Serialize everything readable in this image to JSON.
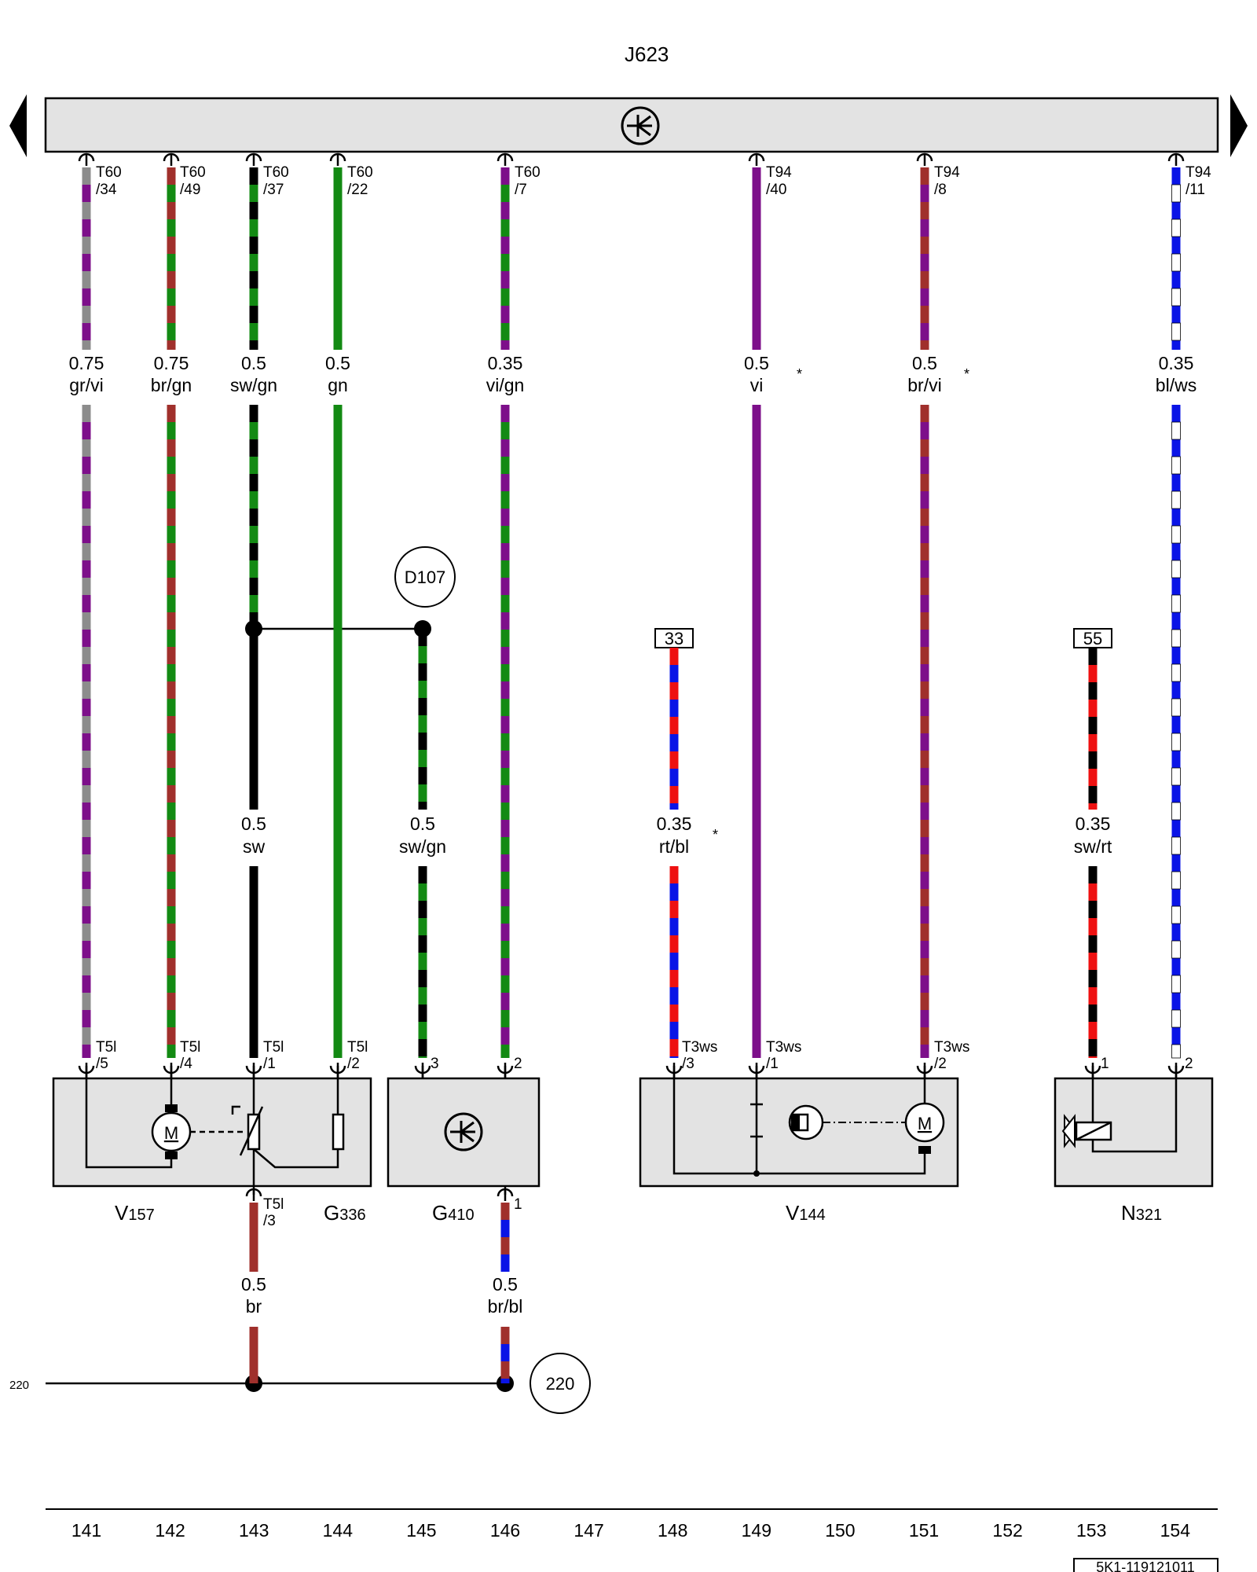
{
  "diagram": {
    "module_label": "J623",
    "bottom_left_ref": "220",
    "circle_refs": {
      "d107": "D107",
      "r220": "220"
    },
    "terminals": {
      "t33": "33",
      "t55": "55"
    },
    "star": "*",
    "drawing_id": "5K1-119121011"
  },
  "wires": [
    {
      "id": "w141",
      "conn": "T60",
      "pin": "/34",
      "gauge": "0.75",
      "color": "gr/vi"
    },
    {
      "id": "w142",
      "conn": "T60",
      "pin": "/49",
      "gauge": "0.75",
      "color": "br/gn"
    },
    {
      "id": "w143",
      "conn": "T60",
      "pin": "/37",
      "gauge": "0.5",
      "color": "sw/gn"
    },
    {
      "id": "w144",
      "conn": "T60",
      "pin": "/22",
      "gauge": "0.5",
      "color": "gn"
    },
    {
      "id": "w146",
      "conn": "T60",
      "pin": "/7",
      "gauge": "0.35",
      "color": "vi/gn"
    },
    {
      "id": "w149",
      "conn": "T94",
      "pin": "/40",
      "gauge": "0.5",
      "color": "vi"
    },
    {
      "id": "w151",
      "conn": "T94",
      "pin": "/8",
      "gauge": "0.5",
      "color": "br/vi"
    },
    {
      "id": "w154",
      "conn": "T94",
      "pin": "/11",
      "gauge": "0.35",
      "color": "bl/ws"
    }
  ],
  "mid_wires": [
    {
      "id": "m143",
      "gauge": "0.5",
      "color": "sw"
    },
    {
      "id": "m145",
      "gauge": "0.5",
      "color": "sw/gn"
    },
    {
      "id": "m148",
      "gauge": "0.35",
      "color": "rt/bl"
    },
    {
      "id": "m153",
      "gauge": "0.35",
      "color": "sw/rt"
    }
  ],
  "lower_wires": [
    {
      "id": "l143",
      "gauge": "0.5",
      "color": "br"
    },
    {
      "id": "l146",
      "gauge": "0.5",
      "color": "br/bl"
    }
  ],
  "component_pins": {
    "v157_5": {
      "conn": "T5l",
      "pin": "/5"
    },
    "v157_4": {
      "conn": "T5l",
      "pin": "/4"
    },
    "v157_1": {
      "conn": "T5l",
      "pin": "/1"
    },
    "v157_2": {
      "conn": "T5l",
      "pin": "/2"
    },
    "v157_3": {
      "conn": "T5l",
      "pin": "/3"
    },
    "g410_3": {
      "pin": "3"
    },
    "g410_2": {
      "pin": "2"
    },
    "g410_1": {
      "pin": "1"
    },
    "v144_3": {
      "conn": "T3ws",
      "pin": "/3"
    },
    "v144_1": {
      "conn": "T3ws",
      "pin": "/1"
    },
    "v144_2": {
      "conn": "T3ws",
      "pin": "/2"
    },
    "n321_1": {
      "pin": "1"
    },
    "n321_2": {
      "pin": "2"
    }
  },
  "components": [
    {
      "id": "v157",
      "main": "V",
      "sub": "157"
    },
    {
      "id": "g336",
      "main": "G",
      "sub": "336"
    },
    {
      "id": "g410",
      "main": "G",
      "sub": "410"
    },
    {
      "id": "v144",
      "main": "V",
      "sub": "144"
    },
    {
      "id": "n321",
      "main": "N",
      "sub": "321"
    }
  ],
  "motor_symbol": "M",
  "track_numbers": [
    "141",
    "142",
    "143",
    "144",
    "145",
    "146",
    "147",
    "148",
    "149",
    "150",
    "151",
    "152",
    "153",
    "154"
  ],
  "colors": {
    "module_fill": "#e3e3e3",
    "black": "#000000",
    "gr": "#8c8c8c",
    "vi": "#7d0f8a",
    "br": "#a0302c",
    "gn": "#138a13",
    "bl": "#0a14e6",
    "rt": "#ee1111",
    "ws": "#ffffff"
  }
}
